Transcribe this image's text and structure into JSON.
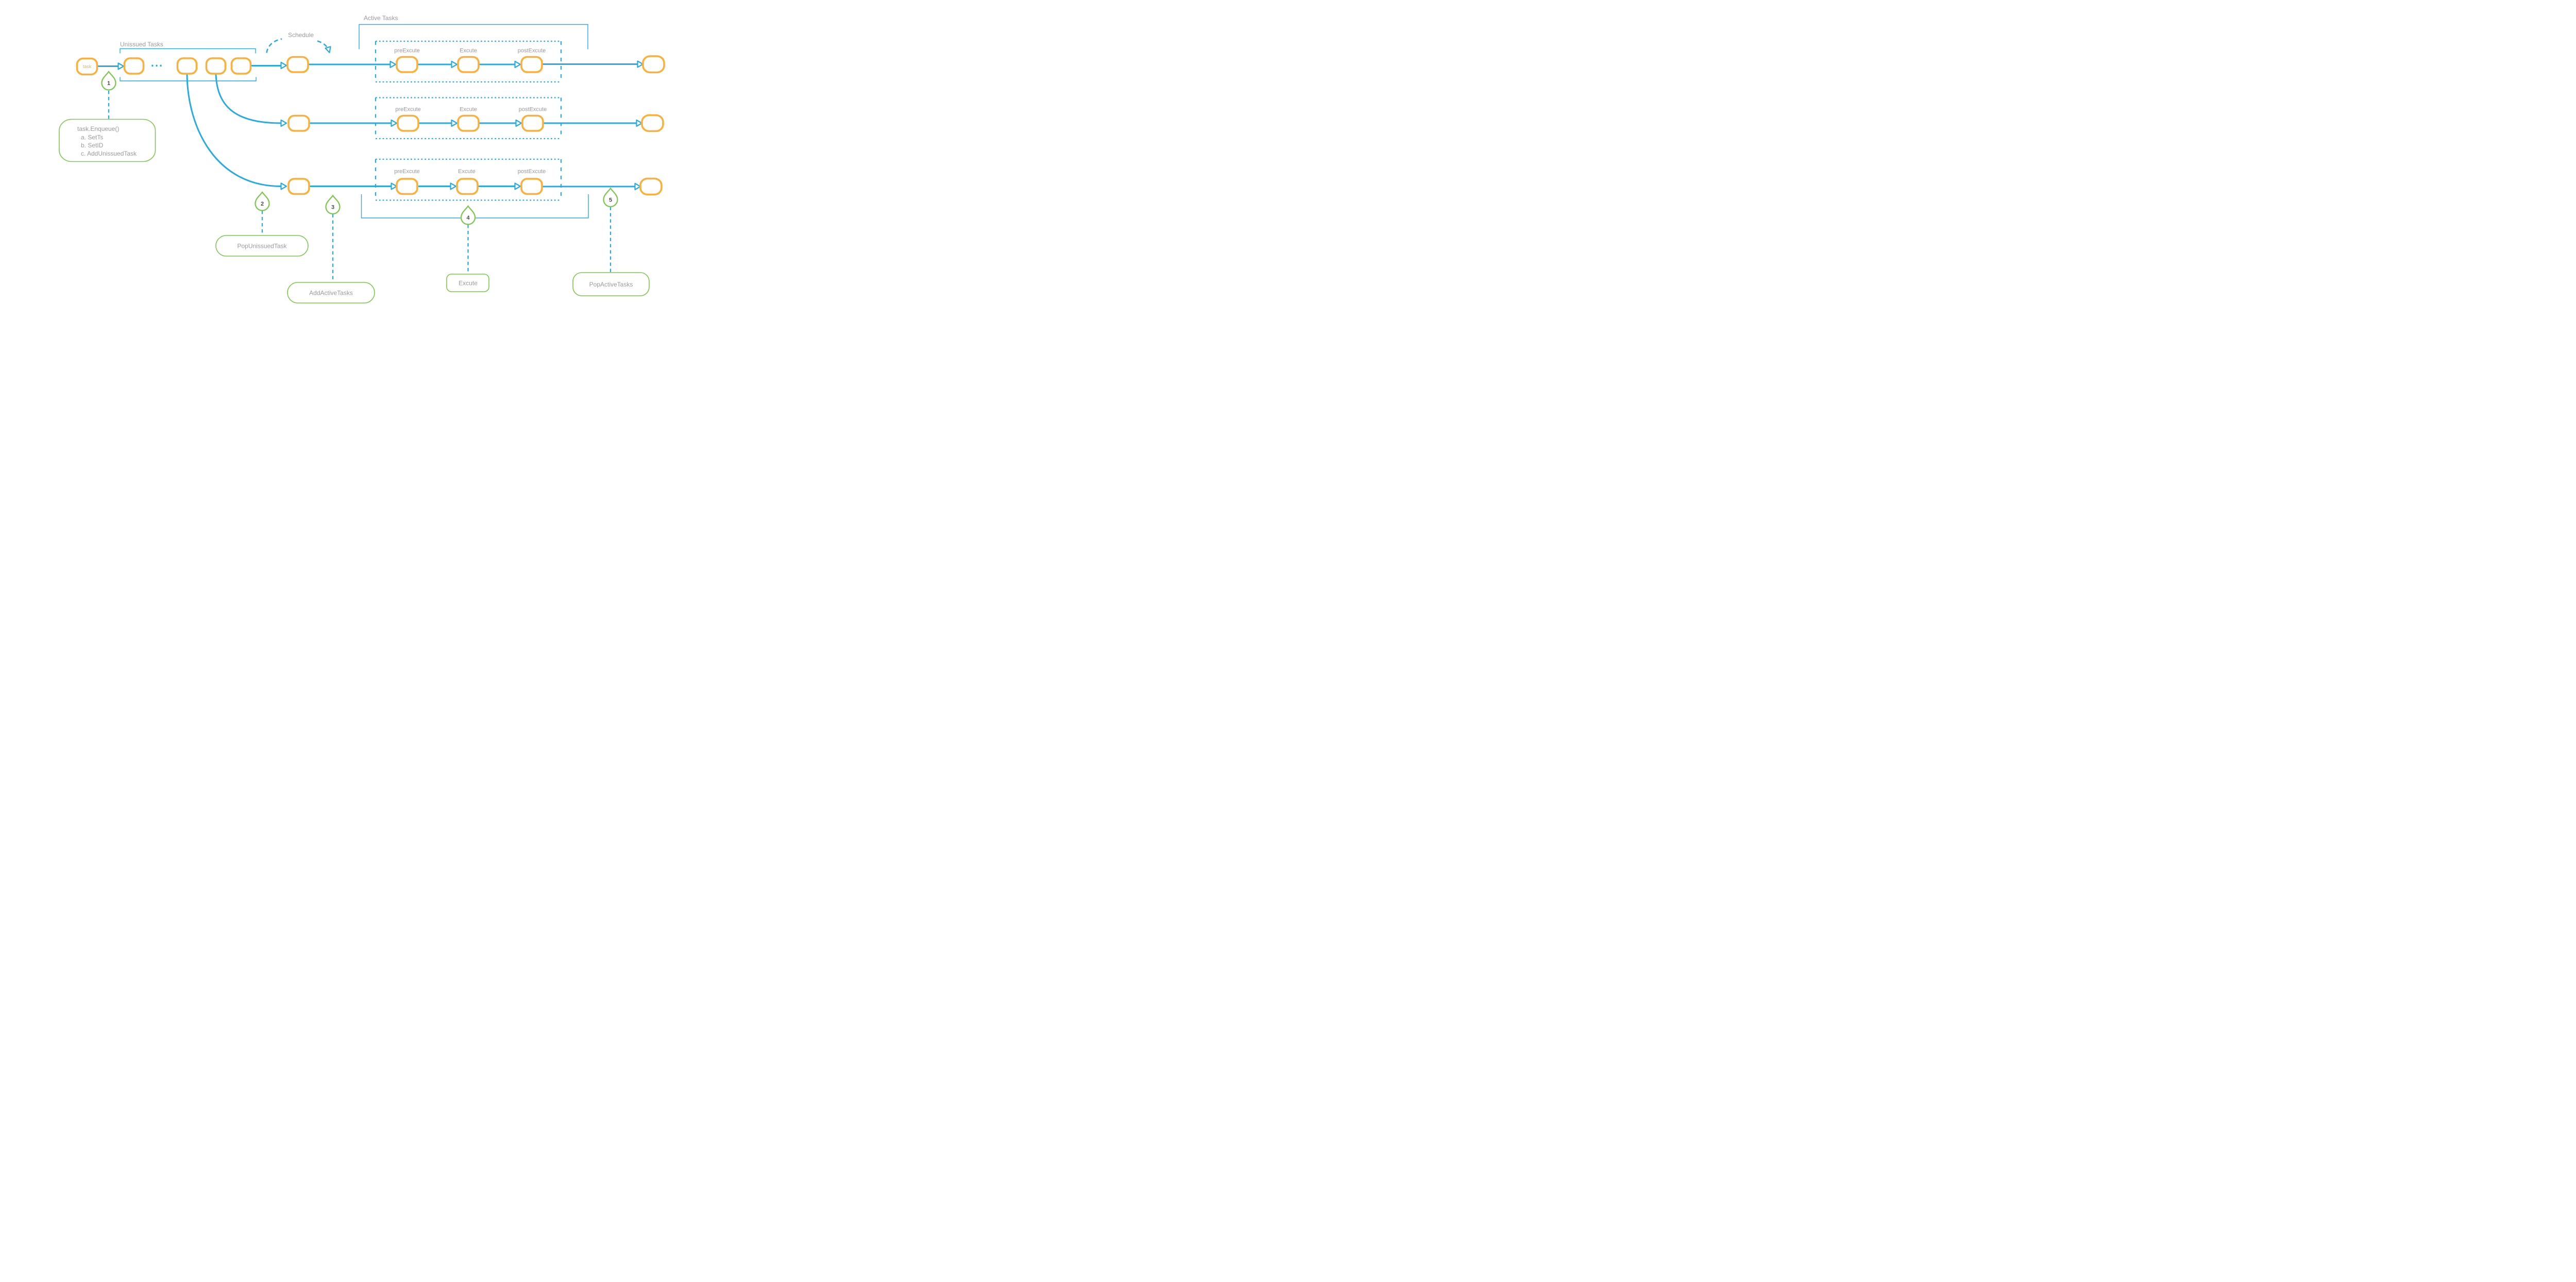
{
  "colors": {
    "flow_blue": "#29ABE2",
    "node_orange": "#FBB03B",
    "marker_green": "#7CC84F",
    "label_gray": "#9B9B9B",
    "number_gray": "#4A4A4A"
  },
  "labels": {
    "unissued_tasks": "Unissued Tasks",
    "active_tasks": "Active Tasks",
    "schedule": "Schedule",
    "task_node": "task",
    "queue_ellipsis": "...",
    "pre_execute": "preExcute",
    "execute": "Excute",
    "post_execute": "postExcute"
  },
  "annotations": [
    {
      "number": "1",
      "lines": [
        "task.Enqueue()",
        "a. SetTs",
        "b. SetID",
        "c. AddUnissuedTask"
      ]
    },
    {
      "number": "2",
      "label": "PopUnissuedTask"
    },
    {
      "number": "3",
      "label": "AddActiveTasks"
    },
    {
      "number": "4",
      "label": "Excute"
    },
    {
      "number": "5",
      "label": "PopActiveTasks"
    }
  ]
}
